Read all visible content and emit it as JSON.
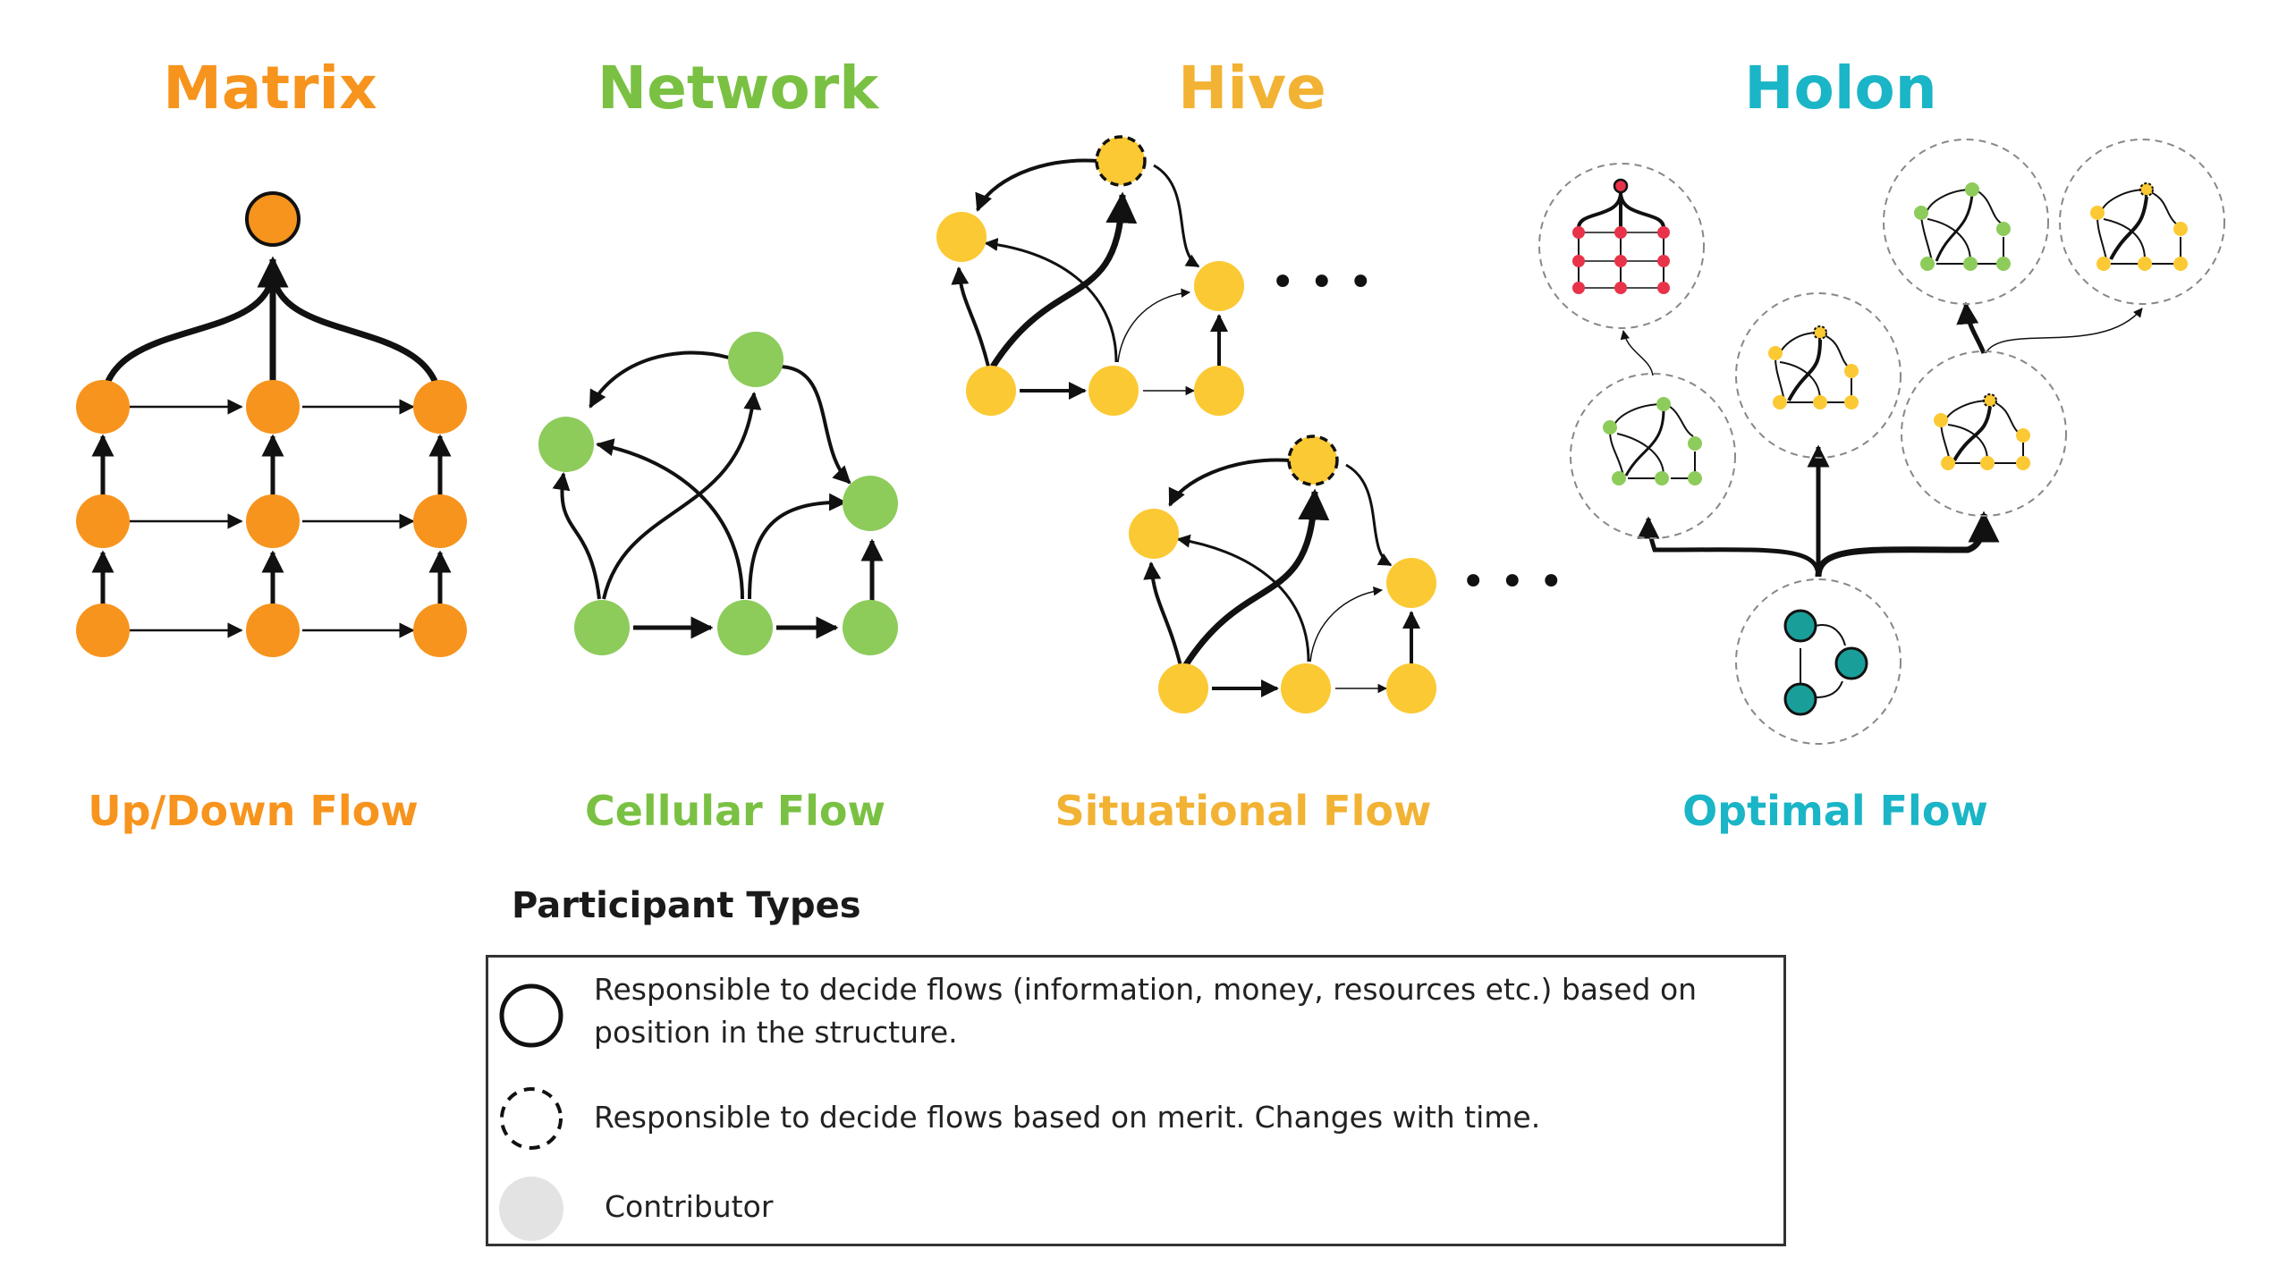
{
  "colors": {
    "matrix": "#F7941D",
    "network": "#7AC143",
    "hive": "#F2B233",
    "holon": "#1AB5C6",
    "matrix_node": "#F7941D",
    "network_node": "#8DCB5B",
    "hive_node": "#FBC933",
    "holon_node": "#1A9E9A",
    "holon_red_node": "#E8334A",
    "contributor": "#E3E3E3",
    "edge": "#111111"
  },
  "sections": [
    {
      "title": "Matrix",
      "flow": "Up/Down Flow"
    },
    {
      "title": "Network",
      "flow": "Cellular Flow"
    },
    {
      "title": "Hive",
      "flow": "Situational Flow"
    },
    {
      "title": "Holon",
      "flow": "Optimal Flow"
    }
  ],
  "legend": {
    "heading": "Participant Types",
    "items": [
      {
        "icon": "solid-circle-icon",
        "text": "Responsible to decide flows (information, money, resources etc.) based on position in the structure."
      },
      {
        "icon": "dashed-circle-icon",
        "text": "Responsible to decide flows based on merit. Changes with time."
      },
      {
        "icon": "filled-circle-icon",
        "text": "Contributor"
      }
    ]
  },
  "ellipsis": "• • •"
}
